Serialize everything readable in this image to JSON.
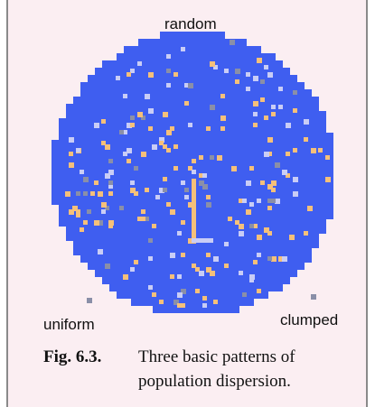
{
  "figure": {
    "labels": {
      "top": "random",
      "bottom_left": "uniform",
      "bottom_right": "clumped"
    },
    "colors": {
      "panel_background": "#fbeef2",
      "disc_blue": "#3f5ef0",
      "dot_orange": "#f5c07a",
      "dot_light": "#c9cdf6",
      "dot_grey": "#8a8fa8"
    }
  },
  "caption": {
    "number": "Fig. 6.3.",
    "text_line1": "Three basic patterns of",
    "text_line2": "population dispersion."
  }
}
